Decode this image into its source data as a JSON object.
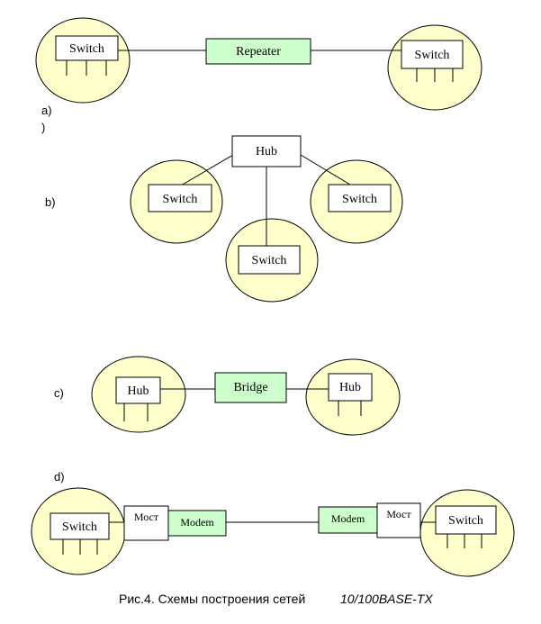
{
  "labels": {
    "switch": "Switch",
    "repeater": "Repeater",
    "hub": "Hub",
    "bridge": "Bridge",
    "most": "Мост",
    "modem": "Modem"
  },
  "panels": {
    "a": "a)",
    "a_extra": ")",
    "b": "b)",
    "c": "c)",
    "d": "d)"
  },
  "caption": {
    "main": "Рис.4. Схемы построения сетей",
    "italic": "10/100BASE-TX"
  },
  "colors": {
    "circle_fill": "#ffffcc",
    "device_green": "#ccffcc"
  }
}
